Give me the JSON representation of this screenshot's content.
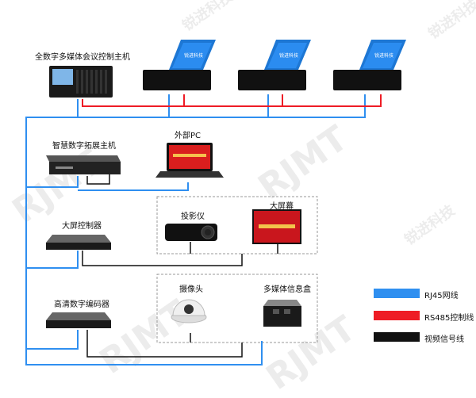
{
  "devices": {
    "main_host": "全数字多媒体会议控制主机",
    "expansion_host": "智慧数字拓展主机",
    "external_pc": "外部PC",
    "screen_controller": "大屏控制器",
    "projector": "投影仪",
    "big_screen": "大屏幕",
    "hd_encoder": "高清数字编码器",
    "camera": "摄像头",
    "media_box": "多媒体信息盒"
  },
  "legend": {
    "rj45": "RJ45网线",
    "rs485": "RS485控制线",
    "video": "视频信号线"
  },
  "colors": {
    "rj45": "#2f8ff0",
    "rs485": "#ee1c25",
    "video": "#111111"
  },
  "watermark": {
    "logo": "RJMT",
    "brand": "锐进科技"
  }
}
